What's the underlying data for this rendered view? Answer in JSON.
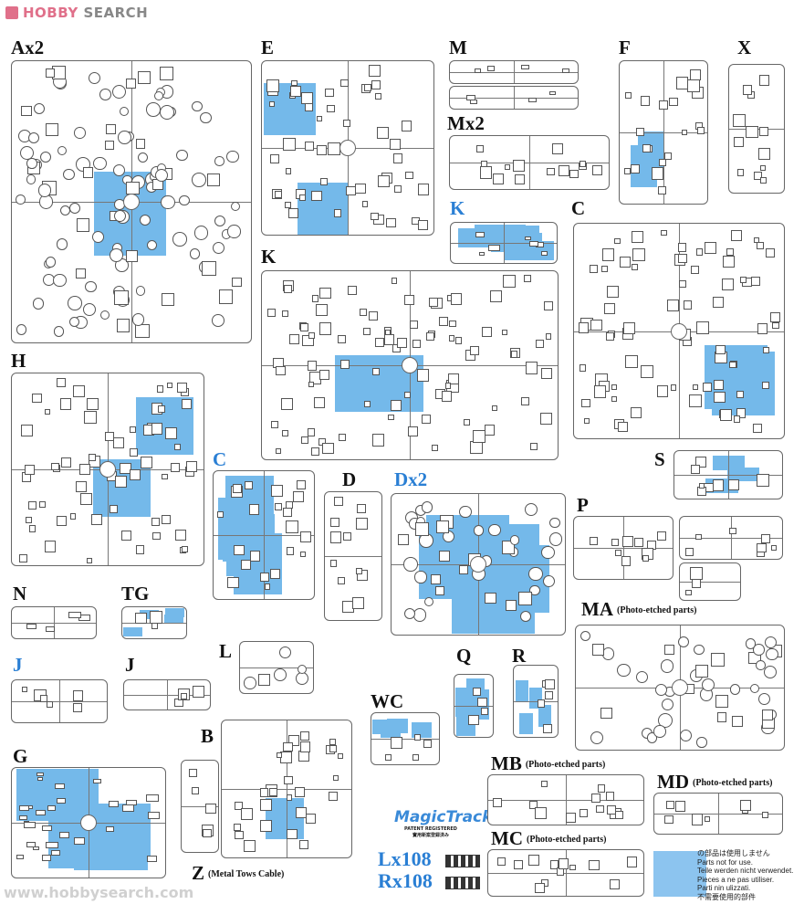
{
  "header": {
    "logo_part1": "HOBBY",
    "logo_part2": " SEARCH"
  },
  "sprues": [
    {
      "id": "ax2",
      "label": "Ax2"
    },
    {
      "id": "e",
      "label": "E"
    },
    {
      "id": "m",
      "label": "M"
    },
    {
      "id": "mx2",
      "label": "Mx2"
    },
    {
      "id": "f",
      "label": "F"
    },
    {
      "id": "x",
      "label": "X"
    },
    {
      "id": "k-blue",
      "label": "K"
    },
    {
      "id": "c",
      "label": "C"
    },
    {
      "id": "k",
      "label": "K"
    },
    {
      "id": "h",
      "label": "H"
    },
    {
      "id": "c-blue",
      "label": "C"
    },
    {
      "id": "d",
      "label": "D"
    },
    {
      "id": "dx2",
      "label": "Dx2"
    },
    {
      "id": "s",
      "label": "S"
    },
    {
      "id": "p",
      "label": "P"
    },
    {
      "id": "n",
      "label": "N"
    },
    {
      "id": "tg",
      "label": "TG"
    },
    {
      "id": "ma",
      "label": "MA",
      "note": "(Photo-etched parts)"
    },
    {
      "id": "l",
      "label": "L"
    },
    {
      "id": "j-blue",
      "label": "J"
    },
    {
      "id": "j",
      "label": "J"
    },
    {
      "id": "q",
      "label": "Q"
    },
    {
      "id": "r",
      "label": "R"
    },
    {
      "id": "wc",
      "label": "WC"
    },
    {
      "id": "b",
      "label": "B"
    },
    {
      "id": "g",
      "label": "G"
    },
    {
      "id": "mb",
      "label": "MB",
      "note": "(Photo-etched parts)"
    },
    {
      "id": "md",
      "label": "MD",
      "note": "(Photo-etched parts)"
    },
    {
      "id": "mc",
      "label": "MC",
      "note": "(Photo-etched parts)"
    },
    {
      "id": "z",
      "label": "Z",
      "note": "(Metal Tows Cable)"
    }
  ],
  "magic_track": {
    "logo": "MagicTrack",
    "patent": "PATENT REGISTERED",
    "patent_cn": "實用新案登録済み"
  },
  "tracks": {
    "left": "Lx108",
    "right": "Rx108"
  },
  "legend": {
    "lines": [
      "の部品は使用しません",
      "Parts not for use.",
      "Teile werden nicht verwendet.",
      "Pieces a ne pas utiliser.",
      "Parti nin ulizzati.",
      "不需要使用的部件"
    ]
  },
  "watermark": "www.hobbysearch.com",
  "colors": {
    "unused_parts": "#74b9ea",
    "blue_label": "#2a7fd4"
  }
}
